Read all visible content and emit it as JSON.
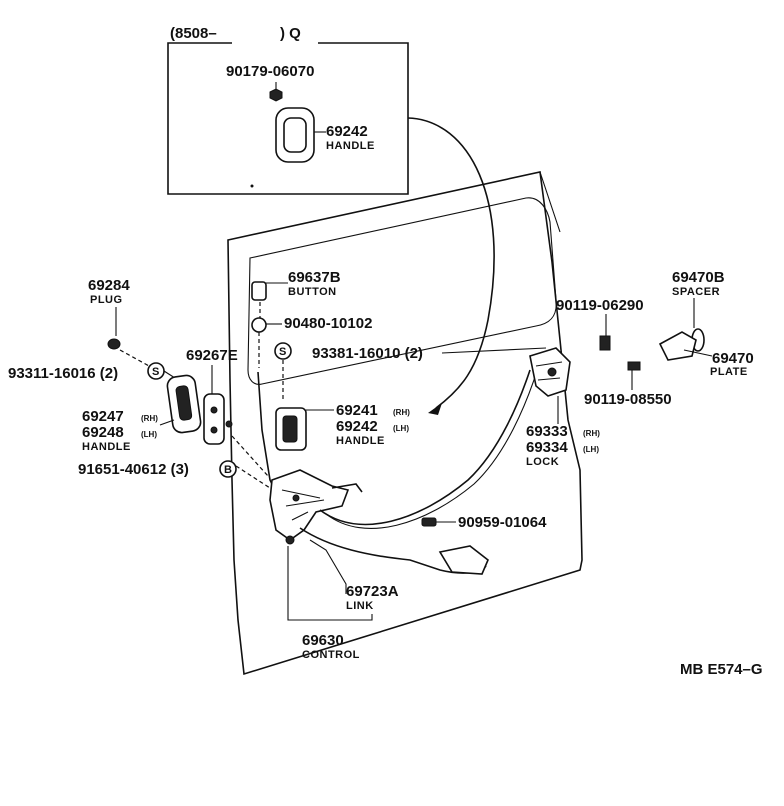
{
  "inset": {
    "header_code": "(8508–",
    "header_suffix": ") Q",
    "bolt": "90179-06070",
    "handle_no": "69242",
    "handle_name": "HANDLE"
  },
  "parts": {
    "plug_no": "69284",
    "plug_name": "PLUG",
    "screw1": "93311-16016 (2)",
    "screw1_symbol": "S",
    "p69267": "69267E",
    "handle_rh": "69247",
    "handle_rh_side": "(RH)",
    "handle_lh": "69248",
    "handle_lh_side": "(LH)",
    "handle_name": "HANDLE",
    "bolt3": "91651-40612 (3)",
    "bolt3_symbol": "B",
    "button_no": "69637B",
    "button_name": "BUTTON",
    "clip": "90480-10102",
    "screw2": "93381-16010 (2)",
    "screw2_symbol": "S",
    "inner_rh": "69241",
    "inner_rh_side": "(RH)",
    "inner_lh": "69242",
    "inner_lh_side": "(LH)",
    "inner_name": "HANDLE",
    "spacer_no": "69470B",
    "spacer_name": "SPACER",
    "bolt_upper": "90119-06290",
    "plate_no": "69470",
    "plate_name": "PLATE",
    "bolt_lower": "90119-08550",
    "lock_rh": "69333",
    "lock_rh_side": "(RH)",
    "lock_lh": "69334",
    "lock_lh_side": "(LH)",
    "lock_name": "LOCK",
    "clamp": "90959-01064",
    "link_no": "69723A",
    "link_name": "LINK",
    "control_no": "69630",
    "control_name": "CONTROL"
  },
  "footer_code": "MB E574–G"
}
